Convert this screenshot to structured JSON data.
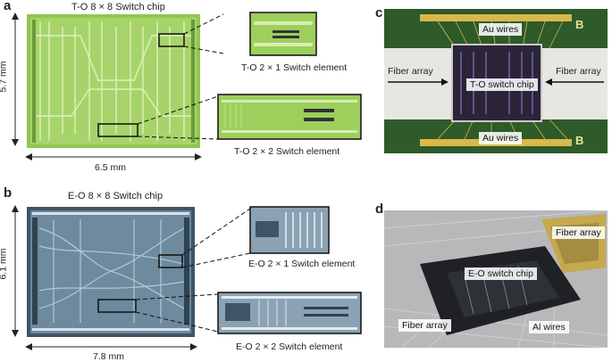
{
  "panels": {
    "a": {
      "letter": "a",
      "chip_title": "T-O 8 × 8 Switch chip",
      "height_label": "5.7 mm",
      "width_label": "6.5 mm",
      "inset1_caption": "T-O 2 × 1 Switch element",
      "inset2_caption": "T-O 2 × 2 Switch element"
    },
    "b": {
      "letter": "b",
      "chip_title": "E-O 8 × 8 Switch chip",
      "height_label": "6.1 mm",
      "width_label": "7.8 mm",
      "inset1_caption": "E-O 2 × 1 Switch element",
      "inset2_caption": "E-O 2 × 2 Switch element"
    },
    "c": {
      "letter": "c",
      "top_wires": "Au wires",
      "bottom_wires": "Au wires",
      "left_fiber": "Fiber array",
      "right_fiber": "Fiber array",
      "chip_label": "T-O switch chip",
      "board_mark_top": "B",
      "board_mark_bottom": "B"
    },
    "d": {
      "letter": "d",
      "fiber_top_right": "Fiber array",
      "chip_label": "E-O switch chip",
      "fiber_bottom_left": "Fiber array",
      "wires_label": "Al wires"
    }
  },
  "colors": {
    "to_chip": "#8fc74f",
    "eo_chip": "#5d7a8f",
    "pcb_green": "#2f5a2a",
    "gold": "#d8b84a"
  }
}
